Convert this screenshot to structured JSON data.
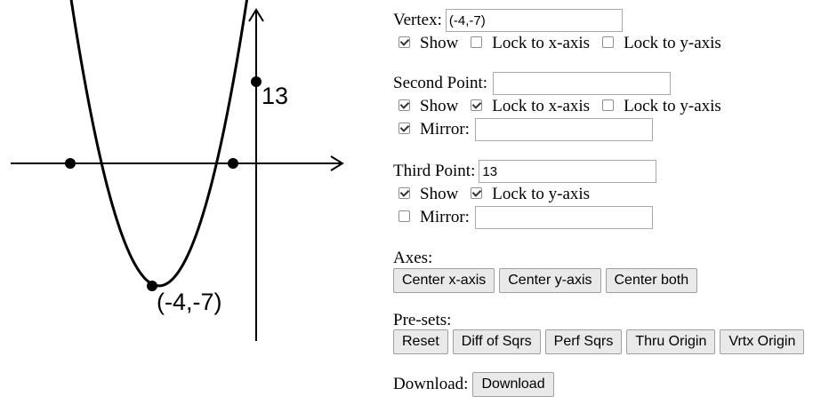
{
  "graph": {
    "vertex_label": "(-4,-7)",
    "y_intercept_label": "13",
    "vertex": [
      -4,
      -7
    ],
    "y_intercept": [
      0,
      13
    ],
    "x_intercepts": [
      -7.4,
      -0.6
    ],
    "show_vertex": true,
    "show_second_point": true,
    "show_third_point": true,
    "colors": {
      "curve": "#000000",
      "axes": "#000000",
      "points": "#000000"
    }
  },
  "vertex": {
    "label": "Vertex:",
    "value": "(-4,-7)",
    "show_label": "Show",
    "show_checked": true,
    "lock_x_label": "Lock to x-axis",
    "lock_x_checked": false,
    "lock_y_label": "Lock to y-axis",
    "lock_y_checked": false
  },
  "second_point": {
    "label": "Second Point:",
    "value": "",
    "show_label": "Show",
    "show_checked": true,
    "lock_x_label": "Lock to x-axis",
    "lock_x_checked": true,
    "lock_y_label": "Lock to y-axis",
    "lock_y_checked": false,
    "mirror_label": "Mirror:",
    "mirror_checked": true,
    "mirror_value": ""
  },
  "third_point": {
    "label": "Third Point:",
    "value": "13",
    "show_label": "Show",
    "show_checked": true,
    "lock_y_label": "Lock to y-axis",
    "lock_y_checked": true,
    "mirror_label": "Mirror:",
    "mirror_checked": false,
    "mirror_value": ""
  },
  "axes": {
    "label": "Axes:",
    "buttons": [
      "Center x-axis",
      "Center y-axis",
      "Center both"
    ]
  },
  "presets": {
    "label": "Pre-sets:",
    "buttons": [
      "Reset",
      "Diff of Sqrs",
      "Perf Sqrs",
      "Thru Origin",
      "Vrtx Origin"
    ]
  },
  "download": {
    "label": "Download:",
    "button": "Download"
  }
}
